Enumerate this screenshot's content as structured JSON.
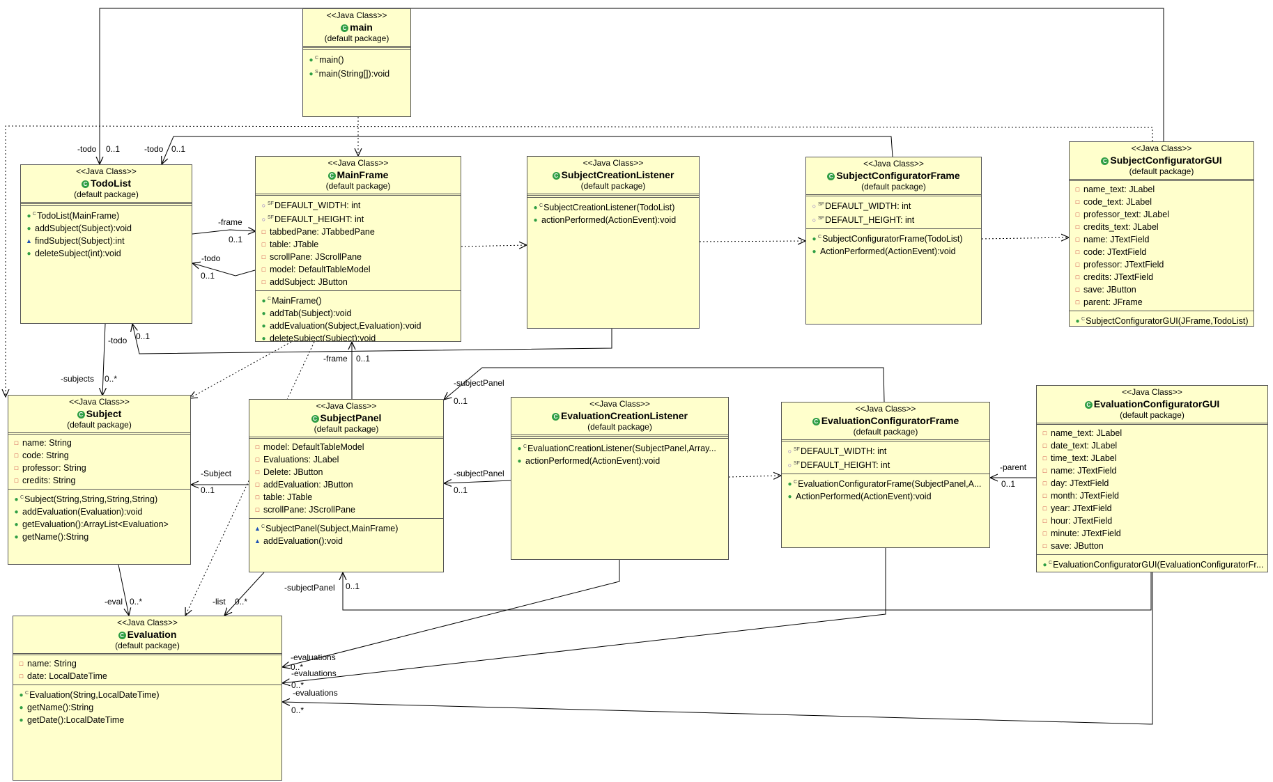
{
  "icons": {
    "class": "class-c-icon",
    "private": "private-square-icon",
    "public": "public-circle-icon",
    "protected": "protected-triangle-icon",
    "constructor": "constructor-circle-icon",
    "static": "static-modifier-icon"
  },
  "colors": {
    "class_fill": "#ffffcc",
    "border": "#555555",
    "public": "#2f9e44",
    "private": "#c92a2a",
    "protected": "#1c4fb5"
  },
  "classes": [
    {
      "id": "main",
      "stereotype": "<<Java Class>>",
      "name": "main",
      "package": "(default package)",
      "attributes": [],
      "methods": [
        {
          "vis": "ctor",
          "mod": "C",
          "text": "main()"
        },
        {
          "vis": "public",
          "mod": "S",
          "text": "main(String[]):void"
        }
      ]
    },
    {
      "id": "todolist",
      "stereotype": "<<Java Class>>",
      "name": "TodoList",
      "package": "(default package)",
      "attributes": [],
      "methods": [
        {
          "vis": "ctor",
          "mod": "C",
          "text": "TodoList(MainFrame)"
        },
        {
          "vis": "public",
          "mod": "",
          "text": "addSubject(Subject):void"
        },
        {
          "vis": "protected",
          "mod": "",
          "text": "findSubject(Subject):int"
        },
        {
          "vis": "public",
          "mod": "",
          "text": "deleteSubject(int):void"
        }
      ]
    },
    {
      "id": "mainframe",
      "stereotype": "<<Java Class>>",
      "name": "MainFrame",
      "package": "(default package)",
      "attributes": [
        {
          "vis": "static",
          "mod": "SF",
          "text": "DEFAULT_WIDTH: int"
        },
        {
          "vis": "static",
          "mod": "SF",
          "text": "DEFAULT_HEIGHT: int"
        },
        {
          "vis": "private",
          "mod": "",
          "text": "tabbedPane: JTabbedPane"
        },
        {
          "vis": "private",
          "mod": "",
          "text": "table: JTable"
        },
        {
          "vis": "private",
          "mod": "",
          "text": "scrollPane: JScrollPane"
        },
        {
          "vis": "private",
          "mod": "",
          "text": "model: DefaultTableModel"
        },
        {
          "vis": "private",
          "mod": "",
          "text": "addSubject: JButton"
        }
      ],
      "methods": [
        {
          "vis": "ctor",
          "mod": "C",
          "text": "MainFrame()"
        },
        {
          "vis": "public",
          "mod": "",
          "text": "addTab(Subject):void"
        },
        {
          "vis": "public",
          "mod": "",
          "text": "addEvaluation(Subject,Evaluation):void"
        },
        {
          "vis": "public",
          "mod": "",
          "text": "deleteSubject(Subject):void"
        }
      ]
    },
    {
      "id": "scl",
      "stereotype": "<<Java Class>>",
      "name": "SubjectCreationListener",
      "package": "(default package)",
      "attributes": [],
      "methods": [
        {
          "vis": "ctor",
          "mod": "C",
          "text": "SubjectCreationListener(TodoList)"
        },
        {
          "vis": "public",
          "mod": "",
          "text": "actionPerformed(ActionEvent):void"
        }
      ]
    },
    {
      "id": "scf",
      "stereotype": "<<Java Class>>",
      "name": "SubjectConfiguratorFrame",
      "package": "(default package)",
      "attributes": [
        {
          "vis": "static",
          "mod": "SF",
          "text": "DEFAULT_WIDTH: int"
        },
        {
          "vis": "static",
          "mod": "SF",
          "text": "DEFAULT_HEIGHT: int"
        }
      ],
      "methods": [
        {
          "vis": "ctor",
          "mod": "C",
          "text": "SubjectConfiguratorFrame(TodoList)"
        },
        {
          "vis": "public",
          "mod": "",
          "text": "ActionPerformed(ActionEvent):void"
        }
      ]
    },
    {
      "id": "scgui",
      "stereotype": "<<Java Class>>",
      "name": "SubjectConfiguratorGUI",
      "package": "(default package)",
      "attributes": [
        {
          "vis": "private",
          "mod": "",
          "text": "name_text: JLabel"
        },
        {
          "vis": "private",
          "mod": "",
          "text": "code_text: JLabel"
        },
        {
          "vis": "private",
          "mod": "",
          "text": "professor_text: JLabel"
        },
        {
          "vis": "private",
          "mod": "",
          "text": "credits_text: JLabel"
        },
        {
          "vis": "private",
          "mod": "",
          "text": "name: JTextField"
        },
        {
          "vis": "private",
          "mod": "",
          "text": "code: JTextField"
        },
        {
          "vis": "private",
          "mod": "",
          "text": "professor: JTextField"
        },
        {
          "vis": "private",
          "mod": "",
          "text": "credits: JTextField"
        },
        {
          "vis": "private",
          "mod": "",
          "text": "save: JButton"
        },
        {
          "vis": "private",
          "mod": "",
          "text": "parent: JFrame"
        }
      ],
      "methods": [
        {
          "vis": "ctor",
          "mod": "C",
          "text": "SubjectConfiguratorGUI(JFrame,TodoList)"
        }
      ]
    },
    {
      "id": "subject",
      "stereotype": "<<Java Class>>",
      "name": "Subject",
      "package": "(default package)",
      "attributes": [
        {
          "vis": "private",
          "mod": "",
          "text": "name: String"
        },
        {
          "vis": "private",
          "mod": "",
          "text": "code: String"
        },
        {
          "vis": "private",
          "mod": "",
          "text": "professor: String"
        },
        {
          "vis": "private",
          "mod": "",
          "text": "credits: String"
        }
      ],
      "methods": [
        {
          "vis": "ctor",
          "mod": "C",
          "text": "Subject(String,String,String,String)"
        },
        {
          "vis": "public",
          "mod": "",
          "text": "addEvaluation(Evaluation):void"
        },
        {
          "vis": "public",
          "mod": "",
          "text": "getEvaluation():ArrayList<Evaluation>"
        },
        {
          "vis": "public",
          "mod": "",
          "text": "getName():String"
        }
      ]
    },
    {
      "id": "subjectpanel",
      "stereotype": "<<Java Class>>",
      "name": "SubjectPanel",
      "package": "(default package)",
      "attributes": [
        {
          "vis": "private",
          "mod": "",
          "text": "model: DefaultTableModel"
        },
        {
          "vis": "private",
          "mod": "",
          "text": "Evaluations: JLabel"
        },
        {
          "vis": "private",
          "mod": "",
          "text": "Delete: JButton"
        },
        {
          "vis": "private",
          "mod": "",
          "text": "addEvaluation: JButton"
        },
        {
          "vis": "private",
          "mod": "",
          "text": "table: JTable"
        },
        {
          "vis": "private",
          "mod": "",
          "text": "scrollPane: JScrollPane"
        }
      ],
      "methods": [
        {
          "vis": "protected",
          "mod": "C",
          "text": "SubjectPanel(Subject,MainFrame)"
        },
        {
          "vis": "protected",
          "mod": "",
          "text": "addEvaluation():void"
        }
      ]
    },
    {
      "id": "ecl",
      "stereotype": "<<Java Class>>",
      "name": "EvaluationCreationListener",
      "package": "(default package)",
      "attributes": [],
      "methods": [
        {
          "vis": "ctor",
          "mod": "C",
          "text": "EvaluationCreationListener(SubjectPanel,Array..."
        },
        {
          "vis": "public",
          "mod": "",
          "text": "actionPerformed(ActionEvent):void"
        }
      ]
    },
    {
      "id": "ecf",
      "stereotype": "<<Java Class>>",
      "name": "EvaluationConfiguratorFrame",
      "package": "(default package)",
      "attributes": [
        {
          "vis": "static",
          "mod": "SF",
          "text": "DEFAULT_WIDTH: int"
        },
        {
          "vis": "static",
          "mod": "SF",
          "text": "DEFAULT_HEIGHT: int"
        }
      ],
      "methods": [
        {
          "vis": "ctor",
          "mod": "C",
          "text": "EvaluationConfiguratorFrame(SubjectPanel,A..."
        },
        {
          "vis": "public",
          "mod": "",
          "text": "ActionPerformed(ActionEvent):void"
        }
      ]
    },
    {
      "id": "ecgui",
      "stereotype": "<<Java Class>>",
      "name": "EvaluationConfiguratorGUI",
      "package": "(default package)",
      "attributes": [
        {
          "vis": "private",
          "mod": "",
          "text": "name_text: JLabel"
        },
        {
          "vis": "private",
          "mod": "",
          "text": "date_text: JLabel"
        },
        {
          "vis": "private",
          "mod": "",
          "text": "time_text: JLabel"
        },
        {
          "vis": "private",
          "mod": "",
          "text": "name: JTextField"
        },
        {
          "vis": "private",
          "mod": "",
          "text": "day: JTextField"
        },
        {
          "vis": "private",
          "mod": "",
          "text": "month: JTextField"
        },
        {
          "vis": "private",
          "mod": "",
          "text": "year: JTextField"
        },
        {
          "vis": "private",
          "mod": "",
          "text": "hour: JTextField"
        },
        {
          "vis": "private",
          "mod": "",
          "text": "minute: JTextField"
        },
        {
          "vis": "private",
          "mod": "",
          "text": "save: JButton"
        }
      ],
      "methods": [
        {
          "vis": "ctor",
          "mod": "C",
          "text": "EvaluationConfiguratorGUI(EvaluationConfiguratorFr..."
        }
      ]
    },
    {
      "id": "evaluation",
      "stereotype": "<<Java Class>>",
      "name": "Evaluation",
      "package": "(default package)",
      "attributes": [
        {
          "vis": "private",
          "mod": "",
          "text": "name: String"
        },
        {
          "vis": "private",
          "mod": "",
          "text": "date: LocalDateTime"
        }
      ],
      "methods": [
        {
          "vis": "ctor",
          "mod": "C",
          "text": "Evaluation(String,LocalDateTime)"
        },
        {
          "vis": "public",
          "mod": "",
          "text": "getName():String"
        },
        {
          "vis": "public",
          "mod": "",
          "text": "getDate():LocalDateTime"
        }
      ]
    }
  ],
  "edge_labels": [
    "-todo",
    "0..1",
    "-todo",
    "0..1",
    "-frame",
    "0..1",
    "-todo",
    "0..1",
    "-todo",
    "0..1",
    "-subjects",
    "0..*",
    "-frame",
    "0..1",
    "-subjectPanel",
    "0..1",
    "-Subject",
    "0..1",
    "-subjectPanel",
    "0..1",
    "-parent",
    "0..1",
    "-eval",
    "0..*",
    "-list",
    "0..*",
    "-subjectPanel",
    "0..1",
    "-evaluations",
    "0..*",
    "-evaluations",
    "0..*",
    "-evaluations",
    "0..*"
  ]
}
